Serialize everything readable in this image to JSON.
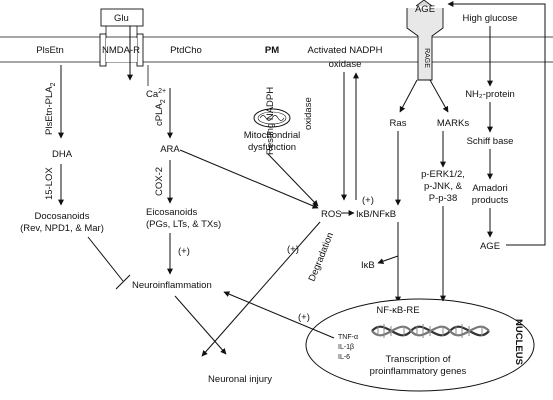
{
  "membrane": {
    "pm_label": "PM",
    "receptor_nmda": "NMDA-R",
    "glu": "Glu",
    "rage": "RAGE",
    "age_top": "AGE",
    "plsetn": "PlsEtn",
    "ptdcho": "PtdCho",
    "activated_nadph_1": "Activated NADPH",
    "activated_nadph_2": "oxidase"
  },
  "left_column": {
    "enzyme_pla2": "PlsEtn-PLA",
    "enzyme_pla2_sub": "2",
    "dha": "DHA",
    "lox": "15-LOX",
    "docosanoids_1": "Docosanoids",
    "docosanoids_2": "(Rev, NPD1, & Mar)"
  },
  "middle_column": {
    "ca": "Ca",
    "ca_sup": "2+",
    "cpla2": "cPLA",
    "cpla2_sub": "2",
    "ara": "ARA",
    "cox2": "COX-2",
    "eicosanoids_1": "Eicosanoids",
    "eicosanoids_2": "(PGs, LTs, & TXs)",
    "plus": "(+)",
    "neuroinflammation": "Neuroinflammation",
    "neuronal_injury": "Neuronal injury"
  },
  "center": {
    "mito_1": "Mitochondrial",
    "mito_2": "dysfunction",
    "resting_1": "Resting NADPH",
    "resting_2": "oxidase",
    "ros": "ROS",
    "plus_ros": "(+)",
    "plus_degr": "(+)",
    "degradation": "Degradation",
    "ikb_nfkb": "IκB/NFκB",
    "ikb": "IκB",
    "plus_cyto": "(+)"
  },
  "right_column": {
    "high_glucose": "High glucose",
    "nh2_protein": "NH₂-protein",
    "schiff_base": "Schiff base",
    "amadori_1": "Amadori",
    "amadori_2": "products",
    "age": "AGE",
    "ras": "Ras",
    "marks": "MARKs",
    "perk_1": "p-ERK1/2,",
    "perk_2": "p-JNK, &",
    "perk_3": "P-p-38"
  },
  "nucleus": {
    "nfkb_re": "NF-κB-RE",
    "label": "NUCLEUS",
    "tnf": "TNF-α",
    "il1": "IL-1β",
    "il6": "IL-6",
    "transcription_1": "Transcription of",
    "transcription_2": "proinflammatory genes"
  }
}
